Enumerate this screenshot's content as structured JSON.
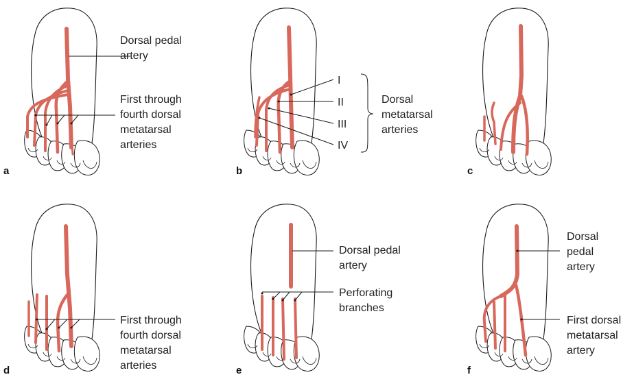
{
  "colors": {
    "artery": "#d9685c",
    "outline": "#1a1a1a",
    "text": "#222222"
  },
  "panels": {
    "a": {
      "letter": "a",
      "label_1": [
        "Dorsal pedal",
        "artery"
      ],
      "label_2": [
        "First through",
        "fourth dorsal",
        "metatarsal",
        "arteries"
      ]
    },
    "b": {
      "letter": "b",
      "roman": [
        "I",
        "II",
        "III",
        "IV"
      ],
      "label": [
        "Dorsal",
        "metatarsal",
        "arteries"
      ]
    },
    "c": {
      "letter": "c"
    },
    "d": {
      "letter": "d",
      "label": [
        "First through",
        "fourth dorsal",
        "metatarsal",
        "arteries"
      ]
    },
    "e": {
      "letter": "e",
      "label_1": [
        "Dorsal pedal",
        "artery"
      ],
      "label_2": [
        "Perforating",
        "branches"
      ]
    },
    "f": {
      "letter": "f",
      "label_1": [
        "Dorsal",
        "pedal",
        "artery"
      ],
      "label_2": [
        "First dorsal",
        "metatarsal",
        "artery"
      ]
    }
  }
}
